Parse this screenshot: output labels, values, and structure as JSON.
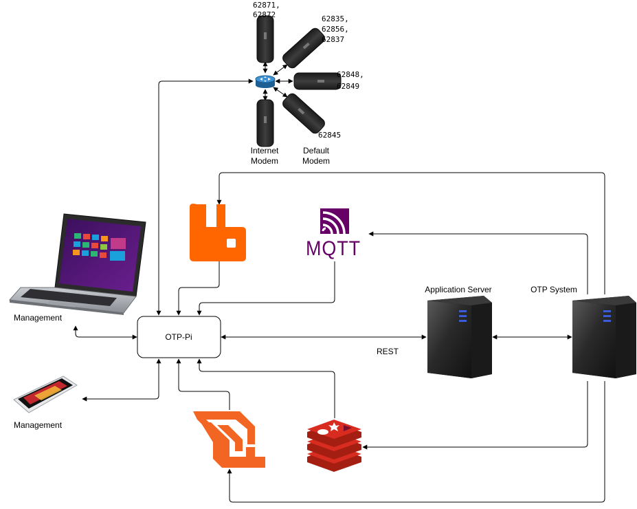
{
  "nodes": {
    "otp_pi": "OTP-Pi",
    "rest": "REST",
    "application_server": "Application Server",
    "otp_system": "OTP System",
    "management_laptop": "Management",
    "management_phone": "Management",
    "mqtt": "MQTT",
    "internet_modem": [
      "Internet",
      "Modem"
    ],
    "default_modem": [
      "Default",
      "Modem"
    ]
  },
  "modem_ports": {
    "top": [
      "62871,",
      "62872"
    ],
    "upper_right": [
      "62835,",
      "62856,",
      "62837"
    ],
    "right": [
      "62848,",
      "62849"
    ],
    "lower_right": [
      "62845"
    ]
  },
  "colors": {
    "rabbitmq": "#FF6600",
    "mqtt": "#660066",
    "redis": "#D82C20",
    "websocket": "#F26522",
    "server_body": "#1a1a1a",
    "router": "#2a7fc1"
  },
  "icons": [
    "rabbitmq-icon",
    "mqtt-icon",
    "websocket-icon",
    "redis-icon",
    "server-icon",
    "laptop-icon",
    "phone-icon",
    "router-icon",
    "usb-modem-icon"
  ]
}
